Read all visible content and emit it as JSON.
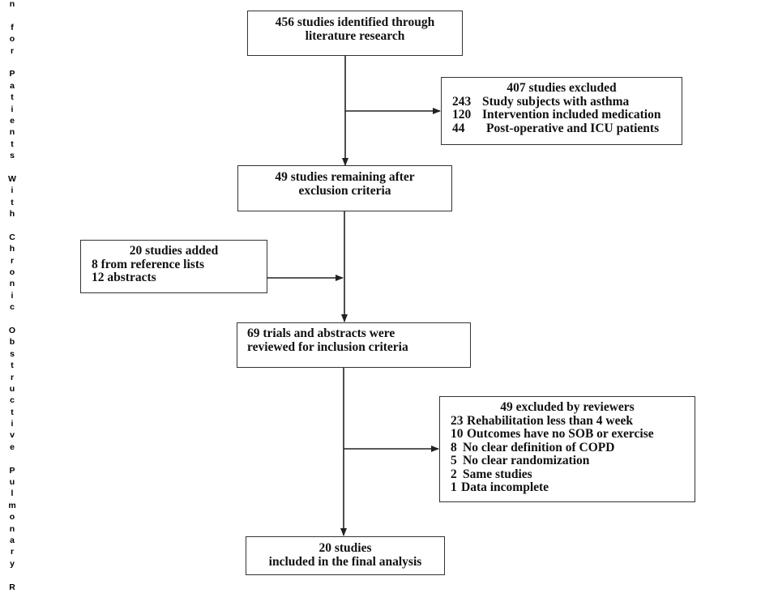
{
  "side_text": "n for Patients With Chronic Obstructive Pulmonary R",
  "boxes": {
    "identified": {
      "line1": "456 studies identified through",
      "line2": "literature research"
    },
    "excluded1": {
      "title": "407 studies excluded",
      "items": [
        {
          "count": "243",
          "reason": "Study subjects with asthma"
        },
        {
          "count": "120",
          "reason": "Intervention included medication"
        },
        {
          "count": "44",
          "reason": "Post-operative and ICU patients"
        }
      ]
    },
    "remaining": {
      "line1": "49 studies remaining after",
      "line2": "exclusion criteria"
    },
    "added": {
      "title": "20 studies added",
      "line1": "8 from reference lists",
      "line2": "12 abstracts"
    },
    "reviewed": {
      "line1": "69 trials and abstracts were",
      "line2": "reviewed for inclusion criteria"
    },
    "excluded2": {
      "title": "49 excluded by reviewers",
      "items": [
        {
          "count": "23",
          "reason": "Rehabilitation less than 4 week"
        },
        {
          "count": "10",
          "reason": "Outcomes have no SOB or exercise"
        },
        {
          "count": "8",
          "reason": "No clear definition of COPD"
        },
        {
          "count": "5",
          "reason": "No clear randomization"
        },
        {
          "count": "2",
          "reason": "Same studies"
        },
        {
          "count": "1",
          "reason": "Data incomplete"
        }
      ]
    },
    "final": {
      "line1": "20 studies",
      "line2": "included in the final analysis"
    }
  }
}
